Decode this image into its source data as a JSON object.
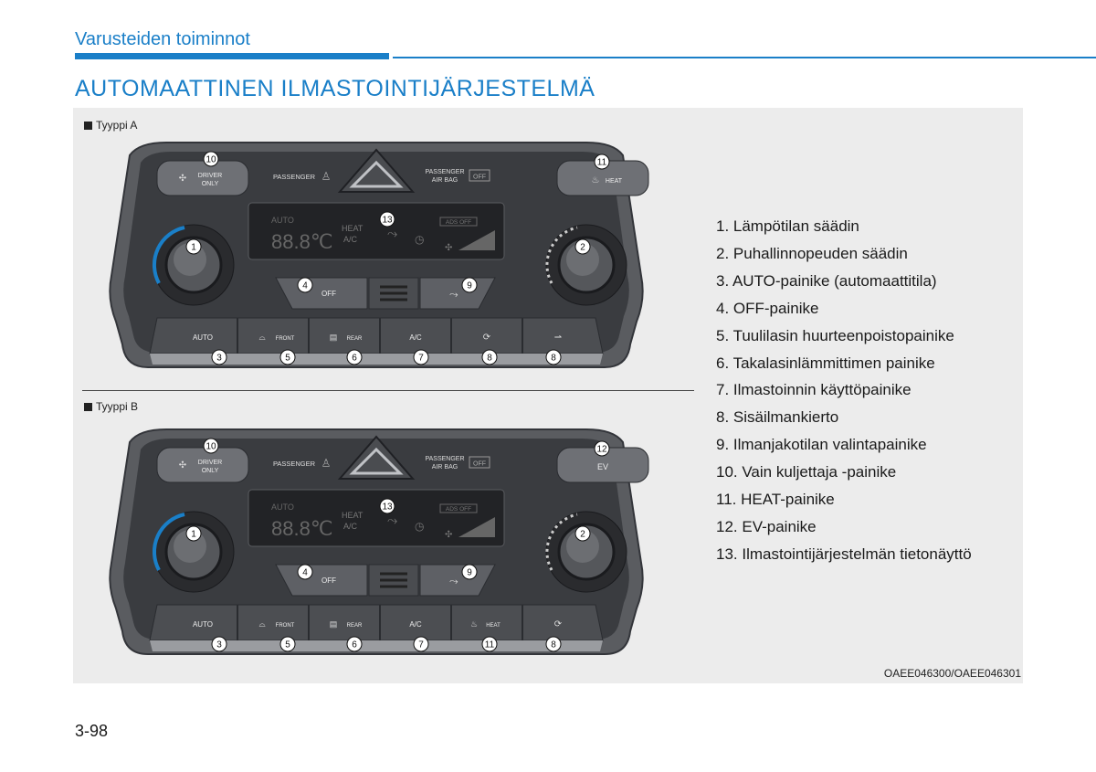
{
  "header": {
    "section_title": "Varusteiden toiminnot",
    "page_title": "AUTOMAATTINEN ILMASTOINTIJÄRJESTELMÄ"
  },
  "figure": {
    "type_a_label": "Tyyppi A",
    "type_b_label": "Tyyppi B",
    "code": "OAEE046300/OAEE046301",
    "panel_a": {
      "passenger_label": "PASSENGER",
      "passenger_airbag_line1": "PASSENGER",
      "passenger_airbag_line2": "AIR BAG",
      "airbag_off": "OFF",
      "left_button_line1": "DRIVER",
      "left_button_line2": "ONLY",
      "right_button_label": "HEAT",
      "display_auto": "AUTO",
      "display_temp": "88.8℃",
      "display_heat": "HEAT",
      "display_ac": "A/C",
      "display_ads_off": "ADS OFF",
      "off_label": "OFF",
      "bottom_buttons": [
        "AUTO",
        "FRONT",
        "REAR",
        "A/C",
        "",
        ""
      ],
      "bottom_numbers": [
        "3",
        "5",
        "6",
        "7",
        "8",
        "8"
      ],
      "callout_left": "10",
      "callout_right": "11",
      "callout_display": "13",
      "callout_knob_left": "1",
      "callout_knob_right": "2",
      "callout_off": "4",
      "callout_mode": "9"
    },
    "panel_b": {
      "passenger_label": "PASSENGER",
      "passenger_airbag_line1": "PASSENGER",
      "passenger_airbag_line2": "AIR BAG",
      "airbag_off": "OFF",
      "left_button_line1": "DRIVER",
      "left_button_line2": "ONLY",
      "right_button_label": "EV",
      "display_auto": "AUTO",
      "display_temp": "88.8℃",
      "display_heat": "HEAT",
      "display_ac": "A/C",
      "display_ads_off": "ADS OFF",
      "off_label": "OFF",
      "bottom_buttons": [
        "AUTO",
        "FRONT",
        "REAR",
        "A/C",
        "HEAT",
        ""
      ],
      "bottom_numbers": [
        "3",
        "5",
        "6",
        "7",
        "11",
        "8"
      ],
      "callout_left": "10",
      "callout_right": "12",
      "callout_display": "13",
      "callout_knob_left": "1",
      "callout_knob_right": "2",
      "callout_off": "4",
      "callout_mode": "9"
    },
    "legend": [
      "1. Lämpötilan säädin",
      "2. Puhallinnopeuden säädin",
      "3. AUTO-painike (automaattitila)",
      "4. OFF-painike",
      "5. Tuulilasin huurteenpoistopainike",
      "6. Takalasinlämmittimen painike",
      "7. Ilmastoinnin käyttöpainike",
      "8. Sisäilmankierto",
      "9. Ilmanjakotilan valintapainike",
      "10. Vain kuljettaja -painike",
      "11. HEAT-painike",
      "12. EV-painike",
      "13. Ilmastointijärjestelmän tietonäyttö"
    ]
  },
  "footer": {
    "page_number": "3-98"
  }
}
